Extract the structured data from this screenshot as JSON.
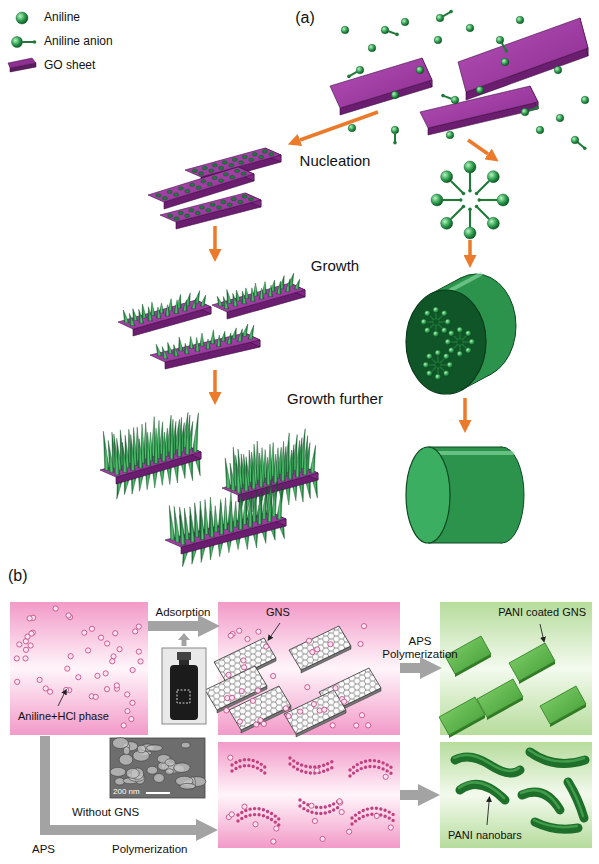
{
  "diagram": {
    "nodes": [
      {
        "text": [
          "Aniline+HCl phase"
        ]
      },
      {
        "text": [
          "GNS"
        ]
      },
      {
        "text": [
          "PANI coated GNS"
        ]
      },
      {
        "text": [
          "PANI nanobars"
        ]
      }
    ],
    "edges": [
      {
        "from": 0,
        "to": 1,
        "arrow": "to",
        "label": "Adsorption"
      },
      {
        "from": 1,
        "to": 2,
        "arrow": "to",
        "label": "APS Polymerization"
      }
    ],
    "labels": [
      "(a)",
      "Nucleation",
      "Growth",
      "Growth further",
      "(b)",
      "200 nm",
      "Without GNS",
      "APS",
      "Polymerization"
    ],
    "legend": [
      {
        "text": "Aniline"
      },
      {
        "text": "Aniline anion"
      },
      {
        "text": "GO sheet",
        "color": "#8e2f91"
      }
    ]
  }
}
